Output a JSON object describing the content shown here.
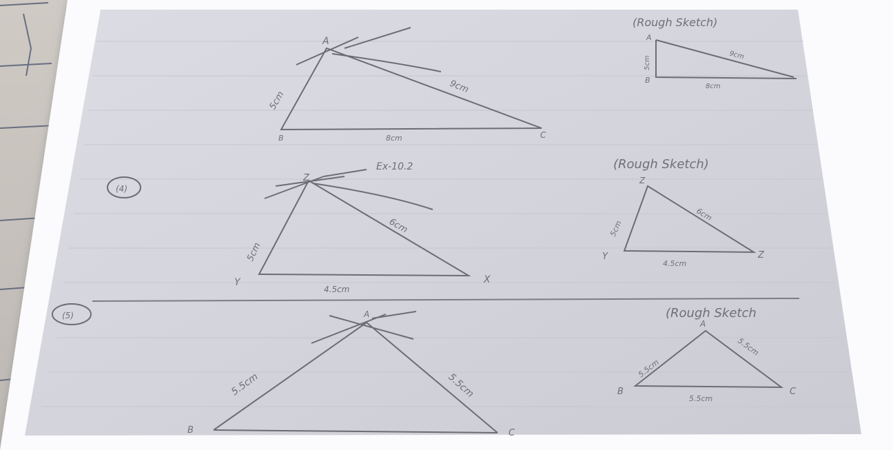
{
  "colors": {
    "paper": "#d6d6de",
    "paper_shadow": "#b9b9c2",
    "pencil": "#6c6c74",
    "border": "#fbfbfd",
    "background_left": "#c9c4bf"
  },
  "sketches": {
    "top_right_title": "(Rough Sketch)",
    "top_right_vertex_a": "A",
    "top_right_vertex_b": "B",
    "top_right_side_left": "5cm",
    "top_right_side_hyp": "9cm",
    "top_right_side_base": "8cm"
  },
  "construction_1": {
    "vertex_a": "A",
    "vertex_b": "B",
    "vertex_c": "C",
    "side_ab": "5cm",
    "side_ac": "9cm",
    "side_bc": "8cm"
  },
  "construction_2": {
    "question_number": "(4)",
    "exercise_ref": "Ex-10.2",
    "vertex_z": "Z",
    "vertex_y": "Y",
    "vertex_x": "X",
    "side_yz": "5cm",
    "side_zx": "6cm",
    "side_yx": "4.5cm"
  },
  "construction_2_sketch": {
    "title": "(Rough Sketch)",
    "vertex_z": "Z",
    "vertex_y": "Y",
    "vertex_x": "Z",
    "side_left": "5cm",
    "side_right": "6cm",
    "side_base": "4.5cm"
  },
  "construction_3": {
    "question_number": "(5)",
    "vertex_a": "A",
    "vertex_b": "B",
    "vertex_c": "C",
    "side_ab": "5.5cm",
    "side_ac": "5.5cm"
  },
  "construction_3_sketch": {
    "title": "(Rough Sketch",
    "vertex_a": "A",
    "vertex_b": "B",
    "vertex_c": "C",
    "side_ab": "5.5cm",
    "side_ac": "5.5cm",
    "side_bc": "5.5cm"
  }
}
